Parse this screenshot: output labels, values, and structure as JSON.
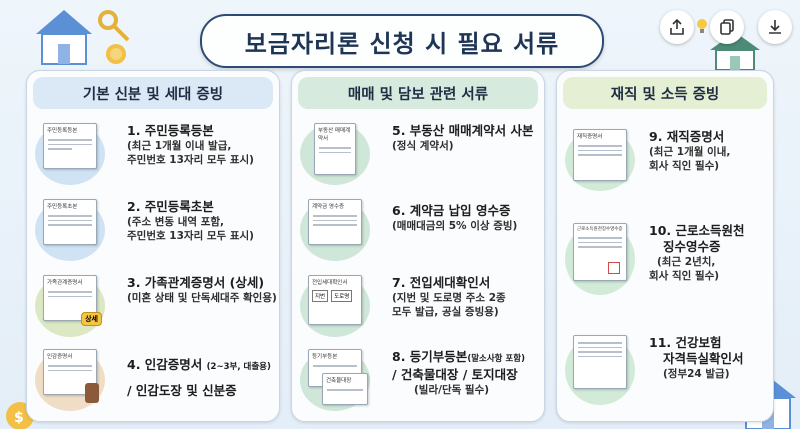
{
  "title": "보금자리론 신청 시 필요 서류",
  "colors": {
    "panel1": "#dbe9f7",
    "panel2": "#d6eadd",
    "panel3": "#e4efd3",
    "title_border": "#2d4b73"
  },
  "toolbar": {
    "share_icon": "share-icon",
    "bulb_icon": "lightbulb-icon",
    "copy_icon": "copy-icon",
    "download_icon": "download-icon"
  },
  "panels": [
    {
      "heading": "기본 신분 및 세대 증빙",
      "items": [
        {
          "doc_label": "주민등록등본",
          "title": "1. 주민등록등본",
          "sub1": "(최근 1개월 이내 발급,",
          "sub2": "주민번호 13자리 모두 표시)"
        },
        {
          "doc_label": "주민등록초본",
          "title": "2. 주민등록초본",
          "sub1": "(주소 변동 내역 포함,",
          "sub2": "주민번호 13자리 모두 표시)"
        },
        {
          "doc_label": "가족관계증명서",
          "badge": "상세",
          "title": "3. 가족관계증명서 (상세)",
          "sub1": "(미혼 상태 및 단독세대주 확인용)"
        },
        {
          "doc_label": "인감증명서",
          "title": "4. 인감증명서",
          "title_small": "(2~3부, 대출용)",
          "sub1": "/ 인감도장 및 신분증"
        }
      ]
    },
    {
      "heading": "매매 및 담보 관련 서류",
      "items": [
        {
          "doc_label": "부동산 매매계약서",
          "title": "5. 부동산 매매계약서 사본",
          "sub1": "(정식 계약서)"
        },
        {
          "doc_label": "계약금 영수증",
          "title": "6. 계약금 납입 영수증",
          "sub1": "(매매대금의 5% 이상 증빙)"
        },
        {
          "doc_label": "전입세대확인서",
          "tag1": "지번",
          "tag2": "도로명",
          "title": "7. 전입세대확인서",
          "sub1": "(지번 및 도로명 주소 2종",
          "sub2": "모두 발급, 공실 증빙용)"
        },
        {
          "doc_label": "등기부등본",
          "doc_label2": "건축물대장",
          "title": "8. 등기부등본",
          "title_small": "(말소사항 포함)",
          "sub1": "/ 건축물대장 / 토지대장",
          "sub2": "(빌라/단독 필수)"
        }
      ]
    },
    {
      "heading": "재직 및 소득 증빙",
      "items": [
        {
          "doc_label": "재직증명서",
          "title": "9. 재직증명서",
          "sub1": "(최근 1개월 이내,",
          "sub2": "회사 직인 필수)"
        },
        {
          "doc_label": "근로소득원천징수영수증",
          "title": "10. 근로소득원천",
          "title2": "징수영수증",
          "sub1": "(최근 2년치,",
          "sub2": "회사 직인 필수)"
        },
        {
          "doc_label": "",
          "title": "11. 건강보험",
          "title2": "자격득실확인서",
          "sub1": "(정부24 발급)"
        }
      ]
    }
  ]
}
